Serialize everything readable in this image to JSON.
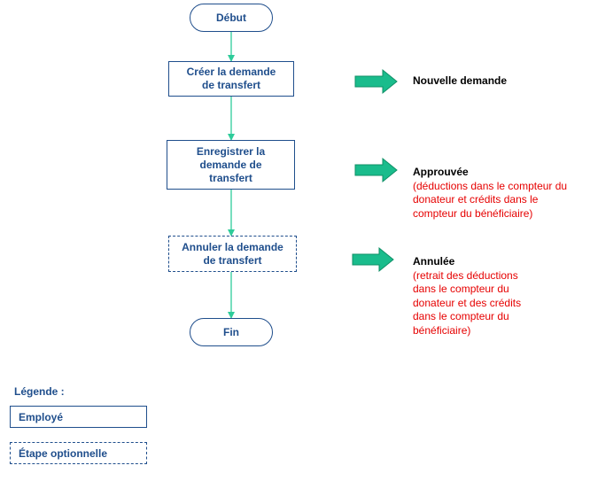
{
  "flow": {
    "start": "Début",
    "step1": "Créer la demande\nde transfert",
    "step2": "Enregistrer la\ndemande de\ntransfert",
    "step3": "Annuler la demande\nde transfert",
    "end": "Fin"
  },
  "statuses": [
    {
      "title": "Nouvelle demande",
      "detail": ""
    },
    {
      "title": "Approuvée",
      "detail": "(déductions dans le compteur du\ndonateur et crédits dans le\ncompteur du bénéficiaire)"
    },
    {
      "title": "Annulée",
      "detail": "(retrait des déductions\ndans le compteur du\ndonateur et des crédits\ndans le compteur du\nbénéficiaire)"
    }
  ],
  "legend": {
    "title": "Légende :",
    "employee": "Employé",
    "optional": "Étape optionnelle"
  },
  "colors": {
    "node_border": "#1f4e8c",
    "connector": "#2ecc9a",
    "status_arrow": "#1abc8c",
    "detail_text": "#e60000"
  }
}
